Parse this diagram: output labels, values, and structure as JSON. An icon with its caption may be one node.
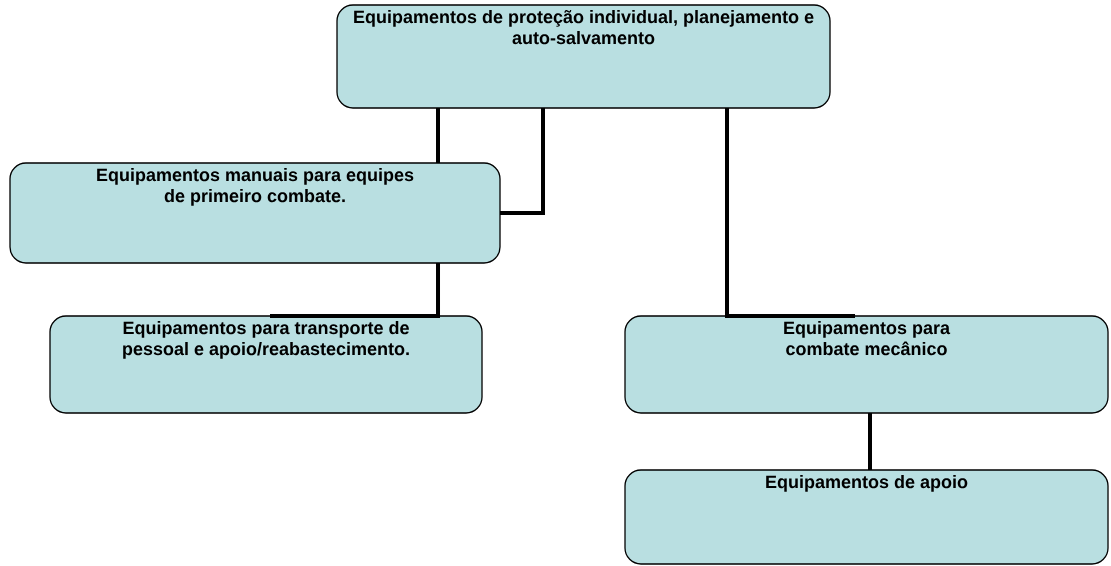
{
  "diagram": {
    "nodes": [
      {
        "text": [
          "Equipamentos de proteção individual, planejamento e auto-salvamento"
        ]
      },
      {
        "text": [
          "Equipamentos manuais para equipes de primeiro combate."
        ]
      },
      {
        "text": [
          "Equipamentos para transporte de pessoal e apoio/reabastecimento."
        ]
      },
      {
        "text": [
          "Equipamentos para combate mecânico"
        ]
      },
      {
        "text": [
          "Equipamentos de apoio"
        ]
      }
    ],
    "edges": [
      {
        "from": 0,
        "to": 1,
        "arrow": "none"
      },
      {
        "from": 0,
        "to": 1,
        "arrow": "none"
      },
      {
        "from": 1,
        "to": 2,
        "arrow": "none"
      },
      {
        "from": 0,
        "to": 3,
        "arrow": "none"
      },
      {
        "from": 3,
        "to": 4,
        "arrow": "none"
      }
    ]
  }
}
